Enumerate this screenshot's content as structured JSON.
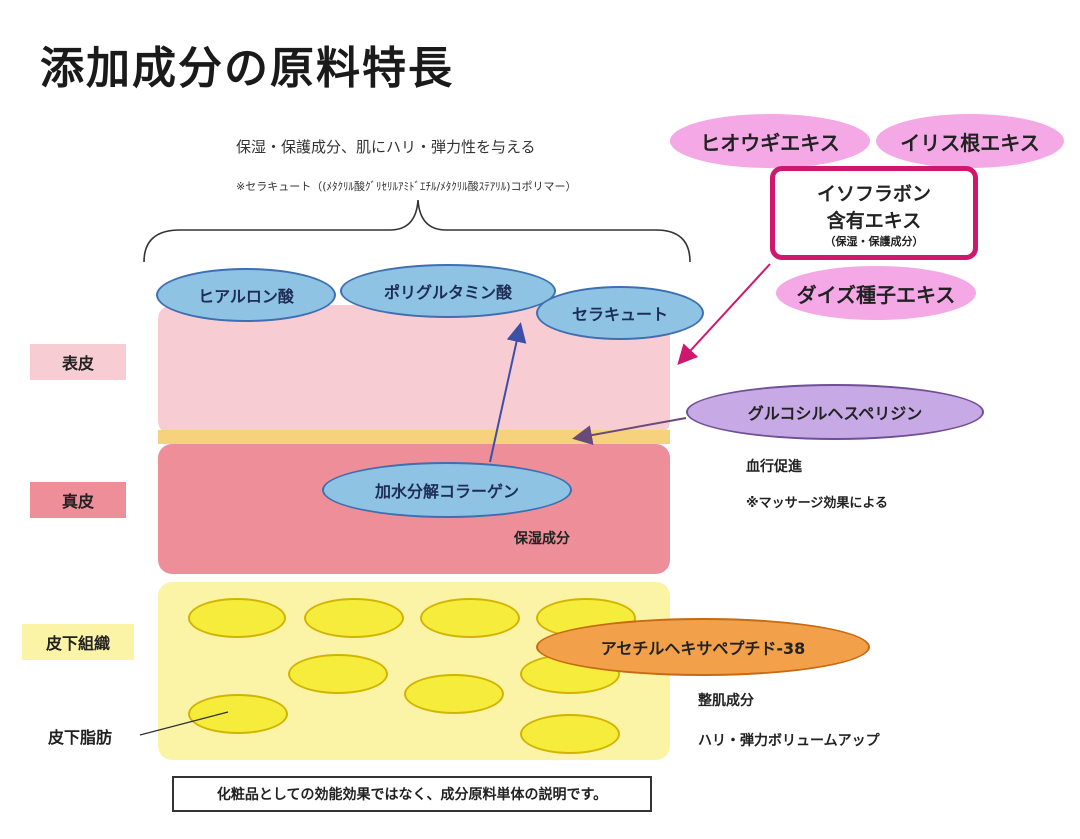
{
  "title": "添加成分の原料特長",
  "top_notes": {
    "line1": "保湿・保護成分、肌にハリ・弾力性を与える",
    "line2": "※セラキュート（(ﾒﾀｸﾘﾙ酸ｸﾞﾘｾﾘﾙｱﾐﾄﾞｴﾁﾙ/ﾒﾀｸﾘﾙ酸ｽﾃｱﾘﾙ)コポリマー）"
  },
  "layers": {
    "epidermis": "表皮",
    "dermis": "真皮",
    "subcutaneous": "皮下組織"
  },
  "ingredients": {
    "hyaluronic": "ヒアルロン酸",
    "polyglutamic": "ポリグルタミン酸",
    "seracute": "セラキュート",
    "collagen": "加水分解コラーゲン",
    "hesperidin": "グルコシルヘスペリジン",
    "peptide": "アセチルヘキサペプチド-38"
  },
  "isoflavone": {
    "hiougi": "ヒオウギエキス",
    "iris": "イリス根エキス",
    "box_line1": "イソフラボン",
    "box_line2": "含有エキス",
    "box_sub": "（保湿・保護成分）",
    "soy": "ダイズ種子エキス"
  },
  "notes": {
    "collagen_note": "保湿成分",
    "blood_flow": "血行促進",
    "massage": "※マッサージ効果による",
    "skin_cond": "整肌成分",
    "volume": "ハリ・弾力ボリュームアップ",
    "fat": "皮下脂肪"
  },
  "footer": "化粧品としての効能効果ではなく、成分原料単体の説明です。",
  "colors": {
    "epidermis": "#f7cdd3",
    "dermis": "#ed8e98",
    "subcutaneous": "#fbf4a6",
    "ingredient_blue": "#8ec3e4",
    "isoflavone_pink": "#f4a8e6",
    "box_border": "#d1166e",
    "hesperidin_purple": "#c7a9e6",
    "peptide_orange": "#f2a04a",
    "fat_yellow": "#f6ec3c"
  }
}
